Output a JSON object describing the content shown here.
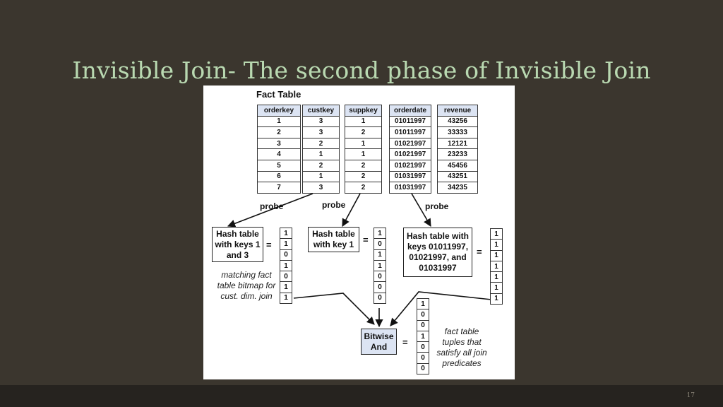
{
  "slide": {
    "title": "Invisible Join- The second phase of Invisible Join",
    "page_number": "17"
  },
  "figure": {
    "fact_table_title": "Fact Table",
    "columns": [
      {
        "header": "orderkey",
        "values": [
          "1",
          "2",
          "3",
          "4",
          "5",
          "6",
          "7"
        ]
      },
      {
        "header": "custkey",
        "values": [
          "3",
          "3",
          "2",
          "1",
          "2",
          "1",
          "3"
        ]
      },
      {
        "header": "suppkey",
        "values": [
          "1",
          "2",
          "1",
          "1",
          "2",
          "2",
          "2"
        ]
      },
      {
        "header": "orderdate",
        "values": [
          "01011997",
          "01011997",
          "01021997",
          "01021997",
          "01021997",
          "01031997",
          "01031997"
        ]
      },
      {
        "header": "revenue",
        "values": [
          "43256",
          "33333",
          "12121",
          "23233",
          "45456",
          "43251",
          "34235"
        ]
      }
    ],
    "probe_labels": [
      "probe",
      "probe",
      "probe"
    ],
    "hash_tables": [
      {
        "label": "Hash table with keys 1 and 3",
        "bitmap": [
          "1",
          "1",
          "0",
          "1",
          "0",
          "1",
          "1"
        ]
      },
      {
        "label": "Hash table with key 1",
        "bitmap": [
          "1",
          "0",
          "1",
          "1",
          "0",
          "0",
          "0"
        ]
      },
      {
        "label": "Hash table with keys 01011997, 01021997, and 01031997",
        "bitmap": [
          "1",
          "1",
          "1",
          "1",
          "1",
          "1",
          "1"
        ]
      }
    ],
    "equals": "=",
    "cust_note": "matching fact table bitmap for cust. dim. join",
    "bitwise_and": "Bitwise And",
    "result_bitmap": [
      "1",
      "0",
      "0",
      "1",
      "0",
      "0",
      "0"
    ],
    "result_note": "fact table tuples that satisfy all join predicates"
  }
}
